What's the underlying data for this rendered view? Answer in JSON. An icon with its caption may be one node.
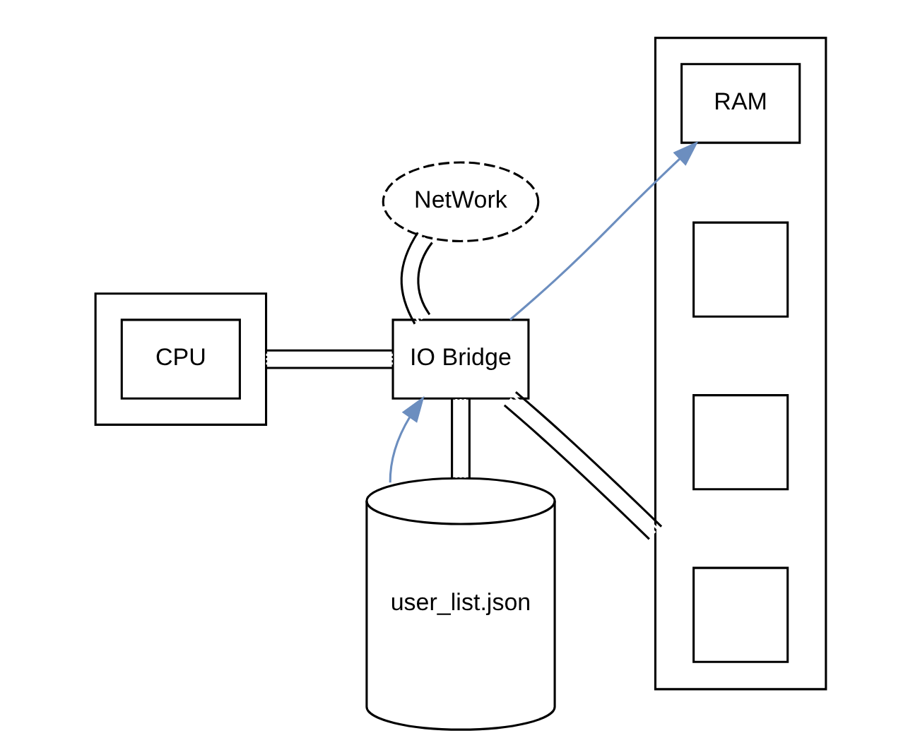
{
  "diagram": {
    "nodes": [
      {
        "text": [
          "NetWork"
        ]
      },
      {
        "text": [],
        "shape": "box"
      },
      {
        "text": [
          "CPU"
        ],
        "in": 1
      },
      {
        "text": [
          "IO Bridge"
        ]
      },
      {
        "text": [],
        "shape": "box"
      },
      {
        "text": [
          "RAM"
        ],
        "in": 4
      },
      {
        "text": [],
        "shape": "box",
        "in": 4
      },
      {
        "text": [],
        "shape": "box",
        "in": 4
      },
      {
        "text": [],
        "shape": "box",
        "in": 4
      },
      {
        "text": [
          "user_list.json"
        ]
      }
    ],
    "edges": [
      {
        "from": 0,
        "to": 3,
        "arrow": "none"
      },
      {
        "from": 1,
        "to": 3,
        "arrow": "none"
      },
      {
        "from": 3,
        "to": 4,
        "arrow": "none"
      },
      {
        "from": 9,
        "to": 3,
        "arrow": "none"
      },
      {
        "from": 9,
        "to": 3,
        "arrow": "to",
        "color": "#6c8ebf"
      },
      {
        "from": 3,
        "to": 5,
        "arrow": "to",
        "color": "#6c8ebf"
      }
    ]
  }
}
